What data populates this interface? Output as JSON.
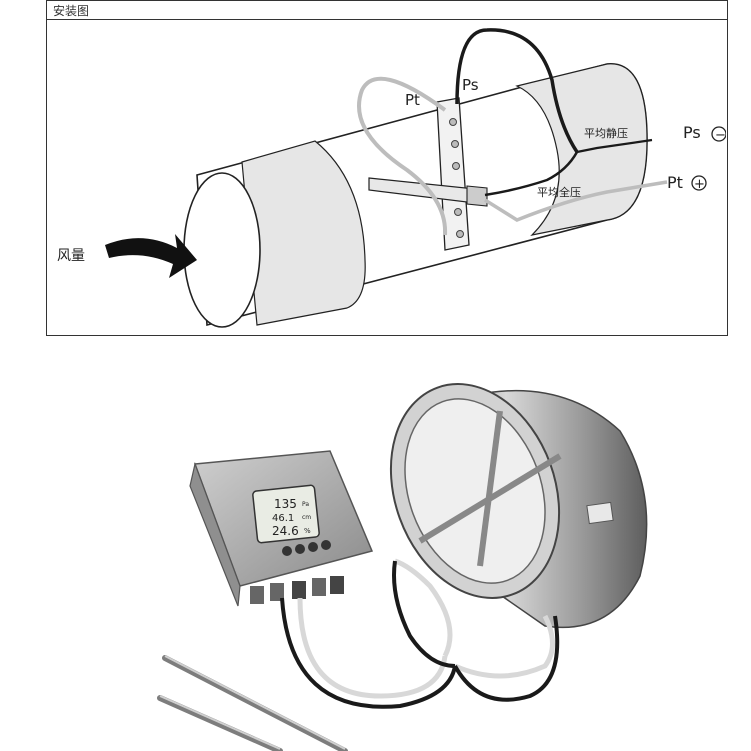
{
  "panel": {
    "title": "安装图"
  },
  "diagram": {
    "airflow_label": "风量",
    "pt_label": "Pt",
    "ps_label": "Ps",
    "avg_static_label": "平均静压",
    "avg_total_label": "平均全压",
    "ps_terminal": "Ps",
    "pt_terminal": "Pt",
    "minus_symbol": "−",
    "plus_symbol": "+"
  },
  "device": {
    "display_line_1": "135",
    "display_unit_1": "Pa",
    "display_line_2": "46.1",
    "display_unit_2": "cm",
    "display_line_3": "24.6",
    "display_unit_3": "%"
  },
  "colors": {
    "line": "#222222",
    "light_tube": "#bdbdbd",
    "dark_tube": "#1a1a1a",
    "duct_shade": "#e6e6e6"
  }
}
